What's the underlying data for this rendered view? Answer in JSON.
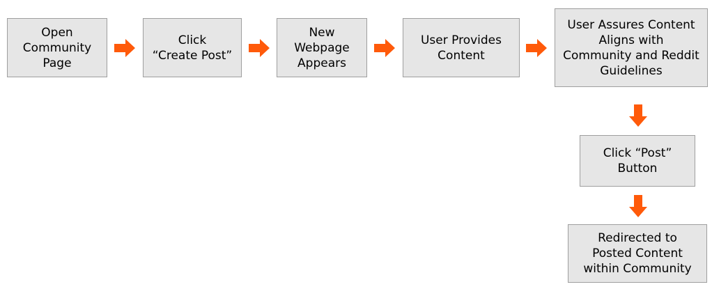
{
  "diagram": {
    "steps": [
      {
        "id": "open-community-page",
        "label": "Open\nCommunity\nPage"
      },
      {
        "id": "click-create-post",
        "label": "Click\n“Create Post”"
      },
      {
        "id": "new-webpage-appears",
        "label": "New\nWebpage\nAppears"
      },
      {
        "id": "user-provides-content",
        "label": "User Provides\nContent"
      },
      {
        "id": "user-assures-content",
        "label": "User Assures Content\nAligns with\nCommunity and Reddit\nGuidelines"
      },
      {
        "id": "click-post-button",
        "label": "Click “Post”\nButton"
      },
      {
        "id": "redirected-to-posted-content",
        "label": "Redirected to\nPosted Content\nwithin Community"
      }
    ]
  },
  "colors": {
    "box_fill": "#e6e6e6",
    "box_border": "#9e9e9e",
    "arrow": "#ff5a0a",
    "text": "#000000"
  },
  "icons": {
    "right_arrow": "arrow-right-icon",
    "down_arrow": "arrow-down-icon"
  }
}
